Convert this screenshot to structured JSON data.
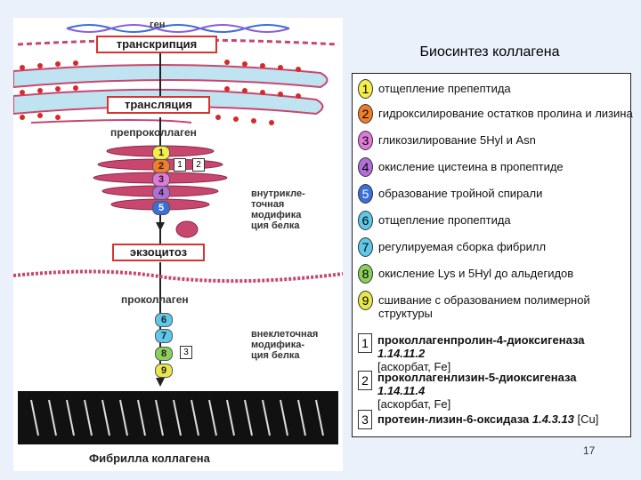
{
  "slide": {
    "title": "Биосинтез коллагена",
    "page_number": "17"
  },
  "diagram": {
    "gene": "ген",
    "transcription": "транскрипция",
    "translation": "трансляция",
    "preprocollagen": "препроколлаген",
    "intracellular_note": [
      "внутрикле-",
      "точная",
      "модифика",
      "ция белка"
    ],
    "exocytosis": "экзоцитоз",
    "procollagen": "проколлаген",
    "extracellular_note": [
      "внеклеточная",
      "модифика-",
      "ция белка"
    ],
    "fibril_caption": "Фибрилла коллагена",
    "intra_steps": [
      "1",
      "2",
      "3",
      "4",
      "5"
    ],
    "extra_steps": [
      "6",
      "7",
      "8",
      "9"
    ],
    "enzyme_tags_intra": [
      "1",
      "2"
    ],
    "enzyme_tags_extra": [
      "3"
    ],
    "colors": {
      "er": "#c8476e",
      "er_fill": "#bfe3f0",
      "ribosome": "#d42a2a",
      "box_border": "#d8332e"
    }
  },
  "steps": [
    {
      "num": "1",
      "color": "#f5ee4a",
      "text": "отщепление препептида"
    },
    {
      "num": "2",
      "color": "#ef7d2a",
      "text": "гидроксилирование остатков пролина и лизина"
    },
    {
      "num": "3",
      "color": "#e07ad8",
      "text": "гликозилирование 5Hyl и Asn"
    },
    {
      "num": "4",
      "color": "#b06fd8",
      "text": "окисление цистеина в пропептиде"
    },
    {
      "num": "5",
      "color": "#3a6fd8",
      "text": "образование тройной спирали"
    },
    {
      "num": "6",
      "color": "#5fc8e8",
      "text": "отщепление пропептида"
    },
    {
      "num": "7",
      "color": "#5fc8e8",
      "text": "регулируемая сборка фибрилл"
    },
    {
      "num": "8",
      "color": "#8ad05a",
      "text": "окисление Lys и 5Hyl до альдегидов"
    },
    {
      "num": "9",
      "color": "#e8e84a",
      "text": "сшивание с образованием полимерной структуры"
    }
  ],
  "enzymes": [
    {
      "num": "1",
      "name": "проколлагенпролин-4-диоксигеназа",
      "ec": "1.14.11.2",
      "cofactor": "[аскорбат, Fe]"
    },
    {
      "num": "2",
      "name": "проколлагенлизин-5-диоксигеназа",
      "ec": "1.14.11.4",
      "cofactor": "[аскорбат, Fe]"
    },
    {
      "num": "3",
      "name": "протеин-лизин-6-оксидаза",
      "ec": "1.4.3.13",
      "cofactor": "[Cu]"
    }
  ]
}
